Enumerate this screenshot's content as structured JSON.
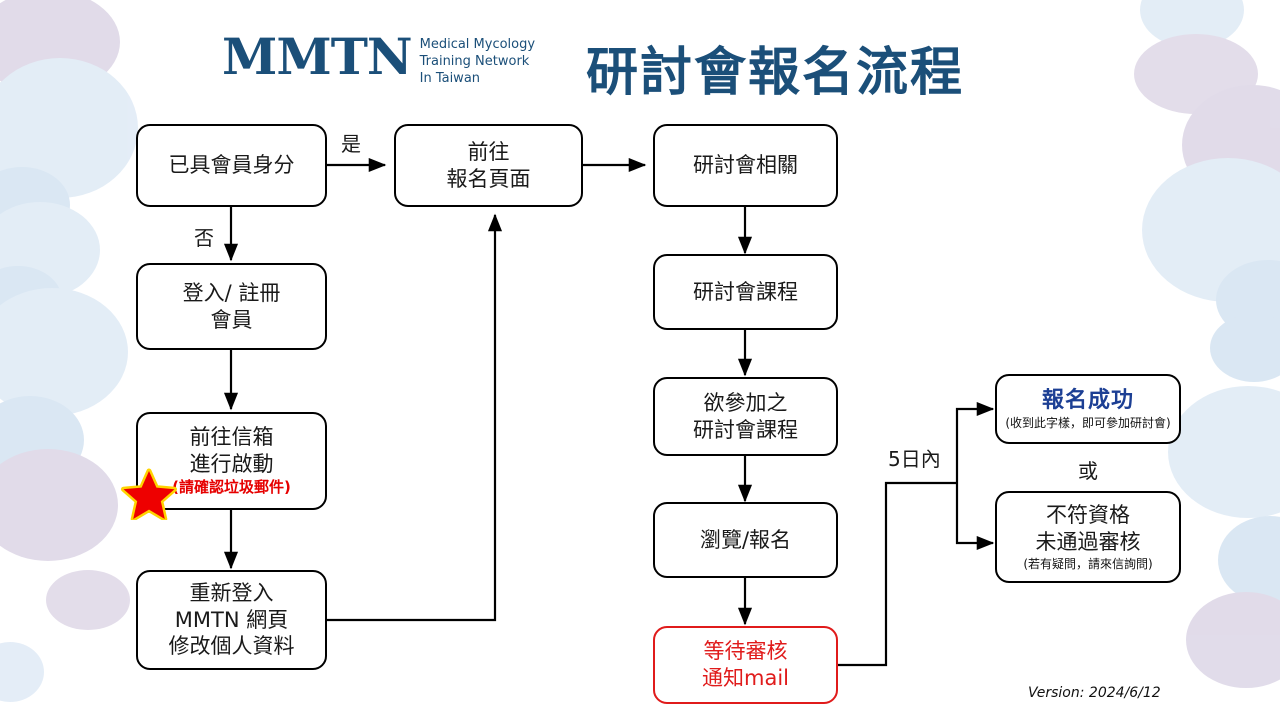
{
  "header": {
    "logo_mark": "MMTN",
    "logo_tagline_lines": [
      "Medical Mycology",
      "Training Network",
      "In Taiwan"
    ],
    "title": "研討會報名流程",
    "brand_color": "#1b4f79"
  },
  "footer": {
    "version": "Version: 2024/6/12"
  },
  "colors": {
    "box_border": "#000000",
    "red": "#e01b1b",
    "red_note": "#e60000",
    "blue_text": "#1c3f94",
    "star_fill": "#ee0000",
    "star_stroke": "#ffd400",
    "bg_purple": "#c9bfd8",
    "bg_blue": "#cddff0"
  },
  "nodes": [
    {
      "id": "member-status",
      "lines": [
        "已具會員身分"
      ]
    },
    {
      "id": "login-register",
      "lines": [
        "登入/ 註冊",
        "會員"
      ]
    },
    {
      "id": "activate-mail",
      "lines": [
        "前往信箱",
        "進行啟動"
      ],
      "note": "(請確認垃圾郵件)",
      "has_star": true
    },
    {
      "id": "relogin-profile",
      "lines": [
        "重新登入",
        "MMTN 網頁",
        "修改個人資料"
      ]
    },
    {
      "id": "goto-signup-page",
      "lines": [
        "前往",
        "報名頁面"
      ]
    },
    {
      "id": "seminar-related",
      "lines": [
        "研討會相關"
      ]
    },
    {
      "id": "seminar-course",
      "lines": [
        "研討會課程"
      ]
    },
    {
      "id": "desired-course",
      "lines": [
        "欲參加之",
        "研討會課程"
      ]
    },
    {
      "id": "browse-signup",
      "lines": [
        "瀏覽/報名"
      ]
    },
    {
      "id": "awaiting-review",
      "lines": [
        "等待審核",
        "通知mail"
      ],
      "style": "red"
    },
    {
      "id": "signup-success",
      "lines": [
        "報名成功"
      ],
      "sub": "(收到此字樣，即可參加研討會)",
      "style": "blue-title"
    },
    {
      "id": "not-qualified",
      "lines": [
        "不符資格",
        "未通過審核"
      ],
      "sub": "(若有疑問，請來信詢問)"
    }
  ],
  "edge_labels": [
    {
      "id": "label-yes",
      "text": "是"
    },
    {
      "id": "label-no",
      "text": "否"
    },
    {
      "id": "label-within-5-days",
      "text": "5日內"
    },
    {
      "id": "label-or",
      "text": "或"
    }
  ]
}
